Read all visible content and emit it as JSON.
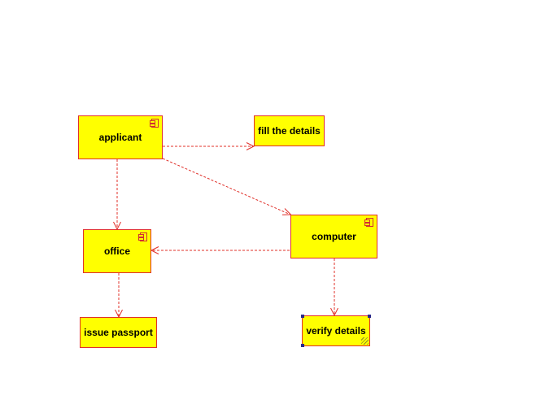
{
  "colors": {
    "node_fill": "#ffff00",
    "node_border": "#e0302a",
    "edge": "#e0302a",
    "selection_handle": "#2a2a8a"
  },
  "nodes": {
    "applicant": {
      "label": "applicant",
      "kind": "component",
      "icon": "component-icon"
    },
    "fill_details": {
      "label": "fill the details",
      "kind": "artifact"
    },
    "office": {
      "label": "office",
      "kind": "component",
      "icon": "component-icon"
    },
    "computer": {
      "label": "computer",
      "kind": "component",
      "icon": "component-icon"
    },
    "issue_passport": {
      "label": "issue passport",
      "kind": "artifact"
    },
    "verify_details": {
      "label": "verify details",
      "kind": "artifact",
      "selected": true
    }
  },
  "edges": [
    {
      "from": "applicant",
      "to": "fill_details",
      "style": "dashed",
      "arrow": "open"
    },
    {
      "from": "applicant",
      "to": "computer",
      "style": "dashed",
      "arrow": "open"
    },
    {
      "from": "applicant",
      "to": "office",
      "style": "dashed",
      "arrow": "open"
    },
    {
      "from": "computer",
      "to": "office",
      "style": "dashed",
      "arrow": "open"
    },
    {
      "from": "office",
      "to": "issue_passport",
      "style": "dashed",
      "arrow": "open"
    },
    {
      "from": "computer",
      "to": "verify_details",
      "style": "dashed",
      "arrow": "open"
    }
  ]
}
